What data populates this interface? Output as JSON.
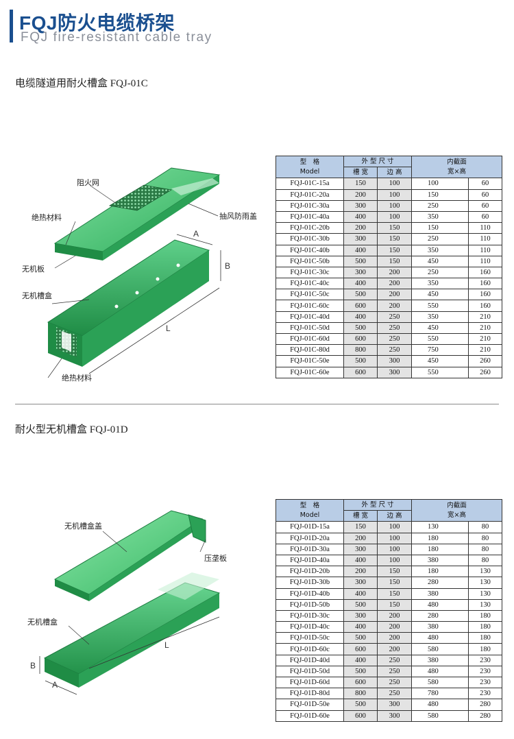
{
  "header": {
    "title_cn": "FQJ防火电缆桥架",
    "title_en": "FQJ fire-resistant cable tray"
  },
  "colors": {
    "brand": "#1a4f8f",
    "table_header": "#b9cde6",
    "tray_green": "#3fbf6f"
  },
  "sections": [
    {
      "title": "电缆隧道用耐火槽盒 FQJ-01C",
      "callouts": [
        "阻火网",
        "抽风防雨盖",
        "绝热材料",
        "无机板",
        "无机槽盒",
        "绝热材料"
      ],
      "dims": [
        "A",
        "B",
        "L"
      ],
      "table": {
        "h_model": "型　格",
        "h_model2": "Model",
        "h_outer": "外 型 尺 寸",
        "h_width": "槽 宽",
        "h_height": "边 高",
        "h_inner": "内截面",
        "h_inner2": "宽×高",
        "rows": [
          [
            "FQJ-01C-15a",
            "150",
            "100",
            "100",
            "60"
          ],
          [
            "FQJ-01C-20a",
            "200",
            "100",
            "150",
            "60"
          ],
          [
            "FQJ-01C-30a",
            "300",
            "100",
            "250",
            "60"
          ],
          [
            "FQJ-01C-40a",
            "400",
            "100",
            "350",
            "60"
          ],
          [
            "FQJ-01C-20b",
            "200",
            "150",
            "150",
            "110"
          ],
          [
            "FQJ-01C-30b",
            "300",
            "150",
            "250",
            "110"
          ],
          [
            "FQJ-01C-40b",
            "400",
            "150",
            "350",
            "110"
          ],
          [
            "FQJ-01C-50b",
            "500",
            "150",
            "450",
            "110"
          ],
          [
            "FQJ-01C-30c",
            "300",
            "200",
            "250",
            "160"
          ],
          [
            "FQJ-01C-40c",
            "400",
            "200",
            "350",
            "160"
          ],
          [
            "FQJ-01C-50c",
            "500",
            "200",
            "450",
            "160"
          ],
          [
            "FQJ-01C-60c",
            "600",
            "200",
            "550",
            "160"
          ],
          [
            "FQJ-01C-40d",
            "400",
            "250",
            "350",
            "210"
          ],
          [
            "FQJ-01C-50d",
            "500",
            "250",
            "450",
            "210"
          ],
          [
            "FQJ-01C-60d",
            "600",
            "250",
            "550",
            "210"
          ],
          [
            "FQJ-01C-80d",
            "800",
            "250",
            "750",
            "210"
          ],
          [
            "FQJ-01C-50e",
            "500",
            "300",
            "450",
            "260"
          ],
          [
            "FQJ-01C-60e",
            "600",
            "300",
            "550",
            "260"
          ]
        ]
      }
    },
    {
      "title": "耐火型无机槽盒 FQJ-01D",
      "callouts": [
        "无机槽盒盖",
        "压垄板",
        "无机槽盒"
      ],
      "dims": [
        "B",
        "A",
        "L"
      ],
      "table": {
        "h_model": "型　格",
        "h_model2": "Model",
        "h_outer": "外 型 尺 寸",
        "h_width": "槽 宽",
        "h_height": "边 高",
        "h_inner": "内截面",
        "h_inner2": "宽×高",
        "rows": [
          [
            "FQJ-01D-15a",
            "150",
            "100",
            "130",
            "80"
          ],
          [
            "FQJ-01D-20a",
            "200",
            "100",
            "180",
            "80"
          ],
          [
            "FQJ-01D-30a",
            "300",
            "100",
            "180",
            "80"
          ],
          [
            "FQJ-01D-40a",
            "400",
            "100",
            "380",
            "80"
          ],
          [
            "FQJ-01D-20b",
            "200",
            "150",
            "180",
            "130"
          ],
          [
            "FQJ-01D-30b",
            "300",
            "150",
            "280",
            "130"
          ],
          [
            "FQJ-01D-40b",
            "400",
            "150",
            "380",
            "130"
          ],
          [
            "FQJ-01D-50b",
            "500",
            "150",
            "480",
            "130"
          ],
          [
            "FQJ-01D-30c",
            "300",
            "200",
            "280",
            "180"
          ],
          [
            "FQJ-01D-40c",
            "400",
            "200",
            "380",
            "180"
          ],
          [
            "FQJ-01D-50c",
            "500",
            "200",
            "480",
            "180"
          ],
          [
            "FQJ-01D-60c",
            "600",
            "200",
            "580",
            "180"
          ],
          [
            "FQJ-01D-40d",
            "400",
            "250",
            "380",
            "230"
          ],
          [
            "FQJ-01D-50d",
            "500",
            "250",
            "480",
            "230"
          ],
          [
            "FQJ-01D-60d",
            "600",
            "250",
            "580",
            "230"
          ],
          [
            "FQJ-01D-80d",
            "800",
            "250",
            "780",
            "230"
          ],
          [
            "FQJ-01D-50e",
            "500",
            "300",
            "480",
            "280"
          ],
          [
            "FQJ-01D-60e",
            "600",
            "300",
            "580",
            "280"
          ]
        ]
      }
    }
  ]
}
